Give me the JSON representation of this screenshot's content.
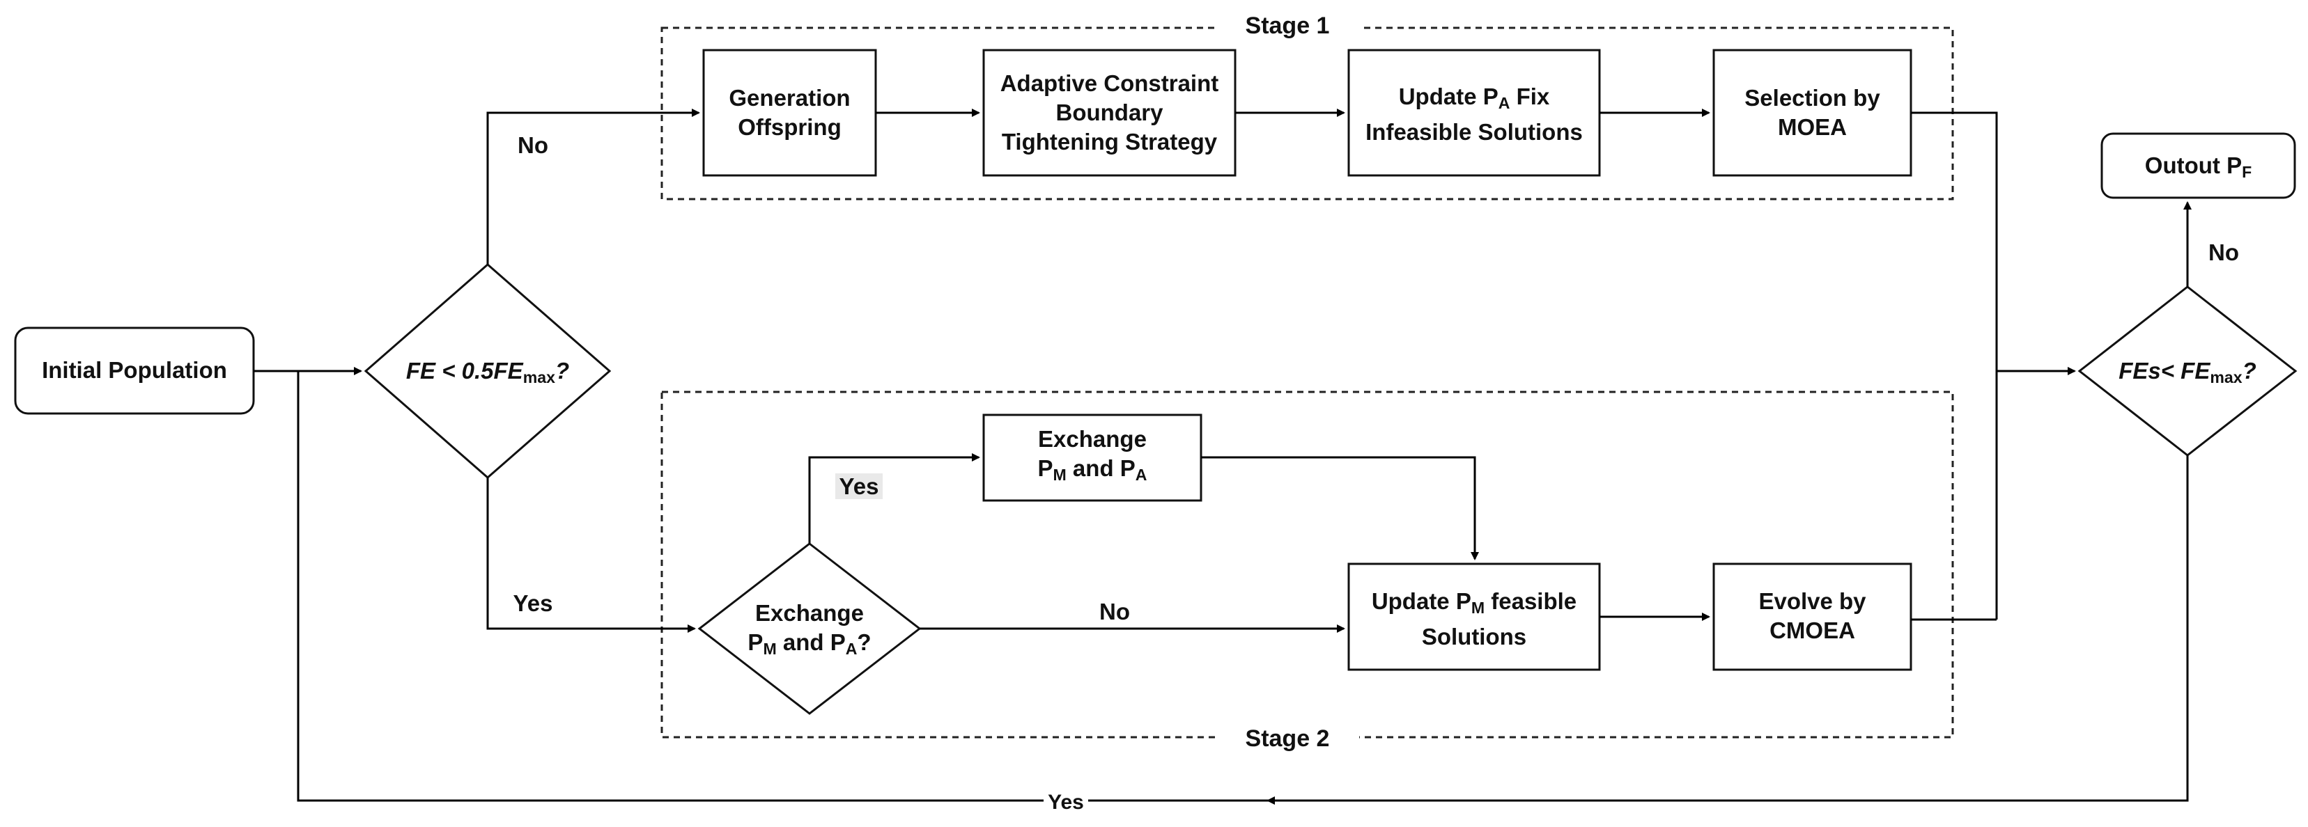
{
  "stages": {
    "stage1": "Stage 1",
    "stage2": "Stage 2"
  },
  "nodes": {
    "initial_population": "Initial Population",
    "decision1": {
      "text": "FE < 0.5FE",
      "sub": "max",
      "suffix": "?"
    },
    "generation_offspring": [
      "Generation",
      "Offspring"
    ],
    "adaptive_constraint": [
      "Adaptive Constraint",
      "Boundary",
      "Tightening Strategy"
    ],
    "update_pa": {
      "prefix": "Update P",
      "sub": "A",
      "suffix": " Fix",
      "line2": "Infeasible Solutions"
    },
    "selection_moea": [
      "Selection by",
      "MOEA"
    ],
    "output_pf": {
      "prefix": "Outout P",
      "sub": "F"
    },
    "decision2": {
      "text": "FEs< FE",
      "sub": "max",
      "suffix": "?"
    },
    "exchange_box": {
      "line1": "Exchange",
      "p1": "P",
      "s1": "M",
      "mid": " and P",
      "s2": "A"
    },
    "exchange_decision": {
      "line1": "Exchange",
      "p1": "P",
      "s1": "M",
      "mid": " and P",
      "s2": "A",
      "suffix": "?"
    },
    "update_pm": {
      "prefix": "Update P",
      "sub": "M",
      "suffix": " feasible",
      "line2": "Solutions"
    },
    "evolve_cmoea": [
      "Evolve by",
      "CMOEA"
    ]
  },
  "edges": {
    "no_stage1": "No",
    "yes_stage2": "Yes",
    "yes_exchange": "Yes",
    "no_exchange": "No",
    "no_output": "No",
    "yes_loop": "Yes"
  }
}
